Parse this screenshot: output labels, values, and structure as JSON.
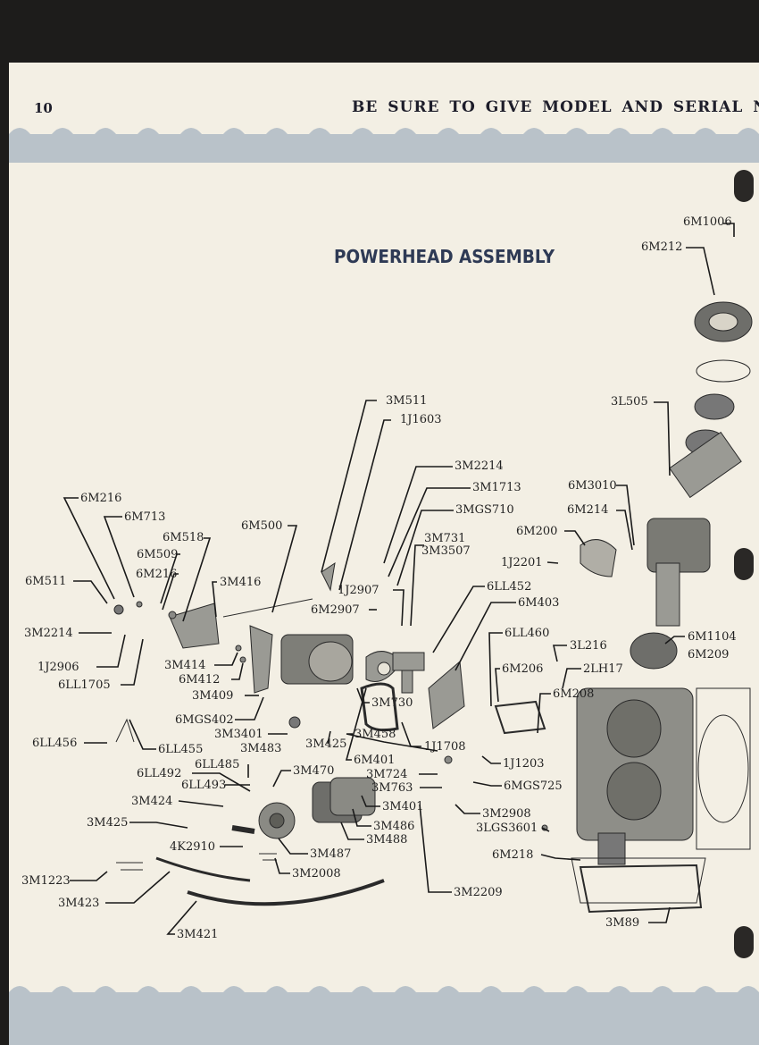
{
  "page": {
    "number": "10",
    "header": "BE SURE TO GIVE MODEL AND SERIAL NUMBER",
    "title": "POWERHEAD ASSEMBLY"
  },
  "labels": [
    "6M1006",
    "6M212",
    "3L505",
    "3M511",
    "1J1603",
    "3M2214",
    "3M1713",
    "3MGS710",
    "6M3010",
    "6M214",
    "6M216",
    "6M713",
    "6M500",
    "6M200",
    "3M731",
    "3M3507",
    "6M518",
    "6M509",
    "6M216",
    "1J2201",
    "6M511",
    "3M416",
    "1J2907",
    "6LL452",
    "6M2907",
    "6M403",
    "3M2214",
    "6LL460",
    "3L216",
    "6M1104",
    "1J2906",
    "6M209",
    "6LL1705",
    "3M414",
    "6M412",
    "6M206",
    "2LH17",
    "3M409",
    "3M730",
    "6M208",
    "6MGS402",
    "6LL456",
    "6LL455",
    "3M3401",
    "3M458",
    "3M483",
    "3M425",
    "1J1708",
    "6M401",
    "6LL485",
    "1J1203",
    "6LL492",
    "3M470",
    "3M724",
    "6LL493",
    "3M763",
    "6MGS725",
    "3M424",
    "3M401",
    "3M2908",
    "3M486",
    "3M425",
    "3LGS3601",
    "3M488",
    "4K2910",
    "3M487",
    "6M218",
    "3M2008",
    "3M1223",
    "3M423",
    "3M2209",
    "3M89",
    "3M421"
  ]
}
